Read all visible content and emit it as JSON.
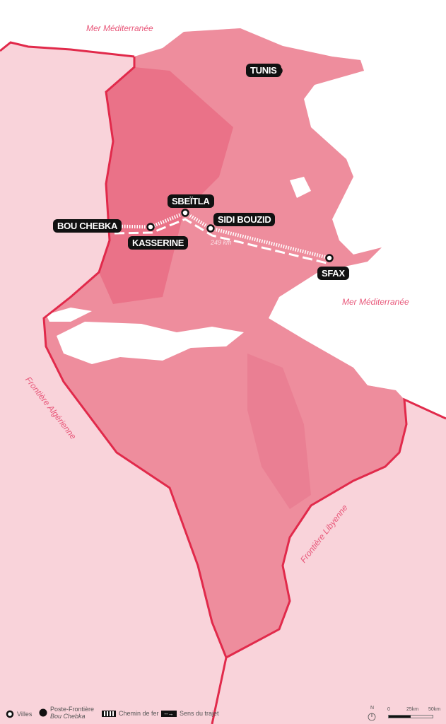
{
  "map": {
    "seas": [
      "Mer Méditerranée",
      "Mer Méditerranée"
    ],
    "borders": {
      "algeria": "Frontière Algérienne",
      "libya": "Frontière Libyenne"
    },
    "cities": {
      "tunis": "Tunis",
      "bou_chebka": "Bou Chebka",
      "kasserine": "Kasserine",
      "sbeitla": "Sbeïtla",
      "sidi_bouzid": "Sidi Bouzid",
      "sfax": "Sfax"
    },
    "distance": "249 km"
  },
  "legend": {
    "villes": "Villes",
    "poste": "Poste-Frontière",
    "poste_name": "Bou Chebka",
    "rail": "Chemin de fer",
    "direction": "Sens du trajet"
  },
  "scale": {
    "north": "N",
    "t0": "0",
    "t1": "25km",
    "t2": "50km"
  },
  "colors": {
    "land_outside": "#f9d3da",
    "tunisia": "#ee8d9d",
    "border": "#e12a4b",
    "sea": "#ffffff"
  }
}
